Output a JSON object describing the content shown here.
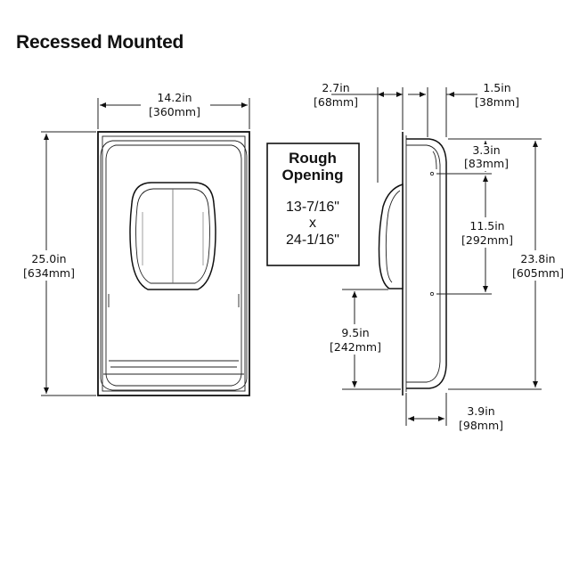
{
  "title": "Recessed Mounted",
  "front_view": {
    "width_in": "14.2in",
    "width_mm": "[360mm]",
    "height_in": "25.0in",
    "height_mm": "[634mm]"
  },
  "rough_opening": {
    "heading_line1": "Rough",
    "heading_line2": "Opening",
    "dim1": "13-7/16\"",
    "times": "x",
    "dim2": "24-1/16\""
  },
  "side_view": {
    "depth_total_in": "2.7in",
    "depth_total_mm": "[68mm]",
    "front_depth_in": "1.5in",
    "front_depth_mm": "[38mm]",
    "top_offset_in": "3.3in",
    "top_offset_mm": "[83mm]",
    "hole_spacing_in": "11.5in",
    "hole_spacing_mm": "[292mm]",
    "height_in": "23.8in",
    "height_mm": "[605mm]",
    "bottom_height_in": "9.5in",
    "bottom_height_mm": "[242mm]",
    "recess_depth_in": "3.9in",
    "recess_depth_mm": "[98mm]"
  }
}
